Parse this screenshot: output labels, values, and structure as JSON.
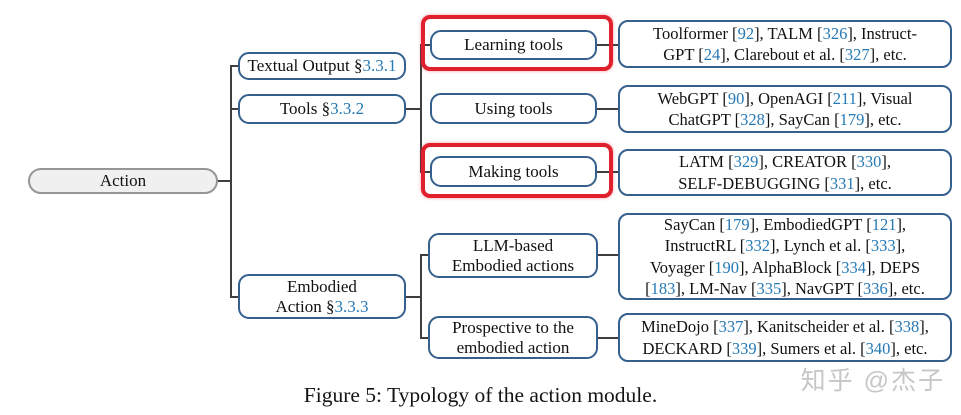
{
  "figure": {
    "caption": "Figure 5: Typology of the action module.",
    "watermark": "知乎 @杰子"
  },
  "colors": {
    "node_border_blue": "#35608e",
    "section_ref_blue": "#2579b5",
    "highlight_red": "#e0202d",
    "root_fill": "#f0f0f0",
    "root_border": "#969696",
    "connector_line": "#3f3f3f"
  },
  "tree": {
    "root": {
      "label": "Action"
    },
    "branches": [
      {
        "prefix": "Textual Output §",
        "section": "3.3.1"
      },
      {
        "prefix": "Tools §",
        "section": "3.3.2"
      },
      {
        "line1": "Embodied",
        "prefix": "Action §",
        "section": "3.3.3"
      }
    ],
    "leaves": [
      {
        "label": "Learning tools",
        "highlighted": true
      },
      {
        "label": "Using tools",
        "highlighted": false
      },
      {
        "label": "Making tools",
        "highlighted": true
      },
      {
        "line1": "LLM-based",
        "line2": "Embodied actions",
        "highlighted": false
      },
      {
        "line1": "Prospective to the",
        "line2": "embodied action",
        "highlighted": false
      }
    ],
    "citations": [
      {
        "lines": [
          [
            {
              "t": "Toolformer ["
            },
            {
              "r": "92"
            },
            {
              "t": "], TALM ["
            },
            {
              "r": "326"
            },
            {
              "t": "], Instruct-"
            }
          ],
          [
            {
              "t": "GPT ["
            },
            {
              "r": "24"
            },
            {
              "t": "], Clarebout et al. ["
            },
            {
              "r": "327"
            },
            {
              "t": "], etc."
            }
          ]
        ]
      },
      {
        "lines": [
          [
            {
              "t": "WebGPT ["
            },
            {
              "r": "90"
            },
            {
              "t": "], OpenAGI ["
            },
            {
              "r": "211"
            },
            {
              "t": "], Visual"
            }
          ],
          [
            {
              "t": "ChatGPT ["
            },
            {
              "r": "328"
            },
            {
              "t": "], SayCan ["
            },
            {
              "r": "179"
            },
            {
              "t": "], etc."
            }
          ]
        ]
      },
      {
        "lines": [
          [
            {
              "t": "LATM ["
            },
            {
              "r": "329"
            },
            {
              "t": "], CREATOR ["
            },
            {
              "r": "330"
            },
            {
              "t": "],"
            }
          ],
          [
            {
              "t": "SELF-DEBUGGING ["
            },
            {
              "r": "331"
            },
            {
              "t": "], etc."
            }
          ]
        ]
      },
      {
        "lines": [
          [
            {
              "t": "SayCan ["
            },
            {
              "r": "179"
            },
            {
              "t": "], EmbodiedGPT ["
            },
            {
              "r": "121"
            },
            {
              "t": "],"
            }
          ],
          [
            {
              "t": "InstructRL ["
            },
            {
              "r": "332"
            },
            {
              "t": "], Lynch et al. ["
            },
            {
              "r": "333"
            },
            {
              "t": "],"
            }
          ],
          [
            {
              "t": "Voyager ["
            },
            {
              "r": "190"
            },
            {
              "t": "], AlphaBlock ["
            },
            {
              "r": "334"
            },
            {
              "t": "], DEPS"
            }
          ],
          [
            {
              "t": "["
            },
            {
              "r": "183"
            },
            {
              "t": "], LM-Nav ["
            },
            {
              "r": "335"
            },
            {
              "t": "], NavGPT ["
            },
            {
              "r": "336"
            },
            {
              "t": "], etc."
            }
          ]
        ]
      },
      {
        "lines": [
          [
            {
              "t": "MineDojo ["
            },
            {
              "r": "337"
            },
            {
              "t": "], Kanitscheider et al. ["
            },
            {
              "r": "338"
            },
            {
              "t": "],"
            }
          ],
          [
            {
              "t": "DECKARD ["
            },
            {
              "r": "339"
            },
            {
              "t": "], Sumers et al. ["
            },
            {
              "r": "340"
            },
            {
              "t": "], etc."
            }
          ]
        ]
      }
    ]
  }
}
